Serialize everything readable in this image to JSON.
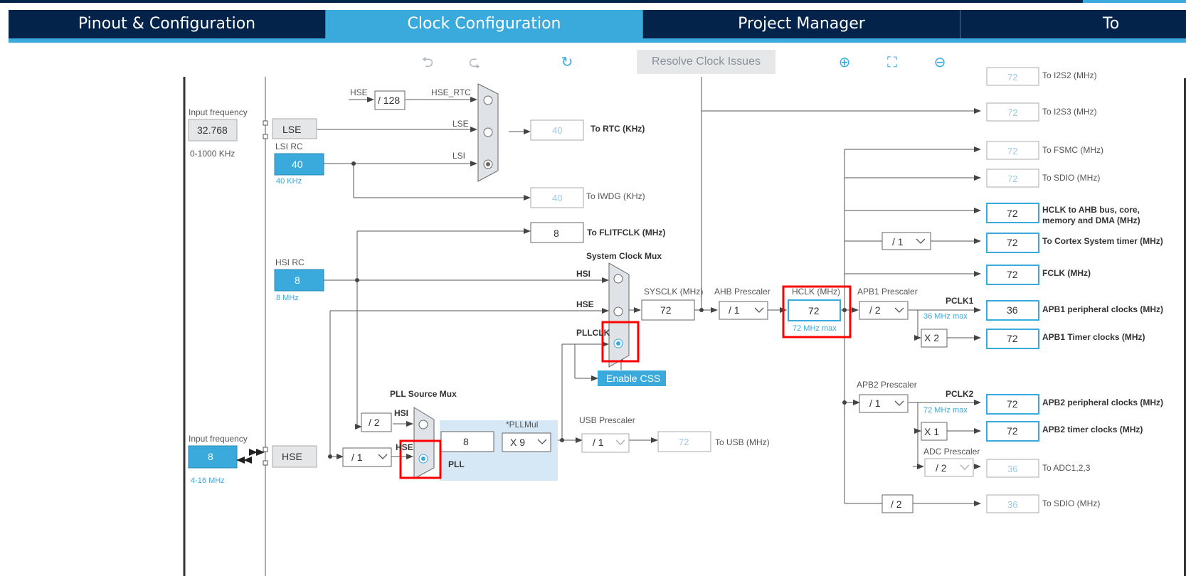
{
  "tabs": [
    {
      "label": "Pinout & Configuration"
    },
    {
      "label": "Clock Configuration"
    },
    {
      "label": "Project Manager"
    },
    {
      "label": "To"
    }
  ],
  "toolbar": {
    "resolve_label": "Resolve Clock Issues",
    "icons": [
      "undo-icon",
      "redo-icon",
      "refresh-icon",
      "zoom-in-icon",
      "fit-screen-icon",
      "zoom-out-icon"
    ]
  },
  "lse": {
    "input_label": "Input frequency",
    "input_value": "32.768",
    "range": "0-1000 KHz",
    "block": "LSE"
  },
  "lsi": {
    "title": "LSI RC",
    "value": "40",
    "unit": "40 KHz"
  },
  "rtc": {
    "hse_label": "HSE",
    "div": "/ 128",
    "hse_rtc": "HSE_RTC",
    "lse": "LSE",
    "lsi": "LSI",
    "out_value": "40",
    "out_label": "To RTC (KHz)"
  },
  "iwdg": {
    "value": "40",
    "label": "To IWDG (KHz)"
  },
  "flit": {
    "value": "8",
    "label": "To FLITFCLK (MHz)"
  },
  "hsi": {
    "title": "HSI RC",
    "value": "8",
    "unit": "8 MHz"
  },
  "sysmux": {
    "title": "System Clock Mux",
    "hsi": "HSI",
    "hse": "HSE",
    "pllclk": "PLLCLK",
    "css": "Enable CSS"
  },
  "sysclk": {
    "label": "SYSCLK (MHz)",
    "value": "72"
  },
  "ahb": {
    "label": "AHB Prescaler",
    "value": "/ 1"
  },
  "hclk": {
    "label": "HCLK (MHz)",
    "value": "72",
    "max": "72 MHz max"
  },
  "apb1": {
    "label": "APB1 Prescaler",
    "value": "/ 2",
    "pclk": "PCLK1",
    "max": "36 MHz max",
    "timer_mult": "X 2"
  },
  "apb2": {
    "label": "APB2 Prescaler",
    "value": "/ 1",
    "pclk": "PCLK2",
    "max": "72 MHz max",
    "timer_mult": "X 1"
  },
  "adc": {
    "label": "ADC Prescaler",
    "value": "/ 2"
  },
  "cortex_div": "/ 1",
  "sdio_div": "/ 2",
  "hse": {
    "input_label": "Input frequency",
    "value": "8",
    "range": "4-16 MHz",
    "block": "HSE",
    "div": "/ 1"
  },
  "pllsrc": {
    "title": "PLL Source Mux",
    "hsi_div": "/ 2",
    "hsi": "HSI",
    "hse": "HSE"
  },
  "pll": {
    "value": "8",
    "mul_label": "*PLLMul",
    "mul": "X 9",
    "label": "PLL"
  },
  "usb": {
    "label": "USB Prescaler",
    "value": "/ 1",
    "out": "72",
    "out_label": "To USB (MHz)"
  },
  "outputs": [
    {
      "value": "72",
      "label": "To I2S2 (MHz)"
    },
    {
      "value": "72",
      "label": "To I2S3 (MHz)"
    },
    {
      "value": "72",
      "label": "To FSMC (MHz)"
    },
    {
      "value": "72",
      "label": "To SDIO (MHz)"
    },
    {
      "value": "72",
      "label": "HCLK to AHB bus, core,",
      "label2": "memory and DMA (MHz)"
    },
    {
      "value": "72",
      "label": "To Cortex System timer (MHz)"
    },
    {
      "value": "72",
      "label": "FCLK (MHz)"
    },
    {
      "value": "36",
      "label": "APB1 peripheral clocks (MHz)"
    },
    {
      "value": "72",
      "label": "APB1 Timer clocks (MHz)"
    },
    {
      "value": "72",
      "label": "APB2 peripheral clocks (MHz)"
    },
    {
      "value": "72",
      "label": "APB2 timer clocks (MHz)"
    },
    {
      "value": "36",
      "label": "To ADC1,2,3"
    },
    {
      "value": "36",
      "label": "To SDIO (MHz)"
    }
  ],
  "colors": {
    "navy": "#03234b",
    "accent": "#3aa9dc",
    "highlight": "#ff0000"
  }
}
